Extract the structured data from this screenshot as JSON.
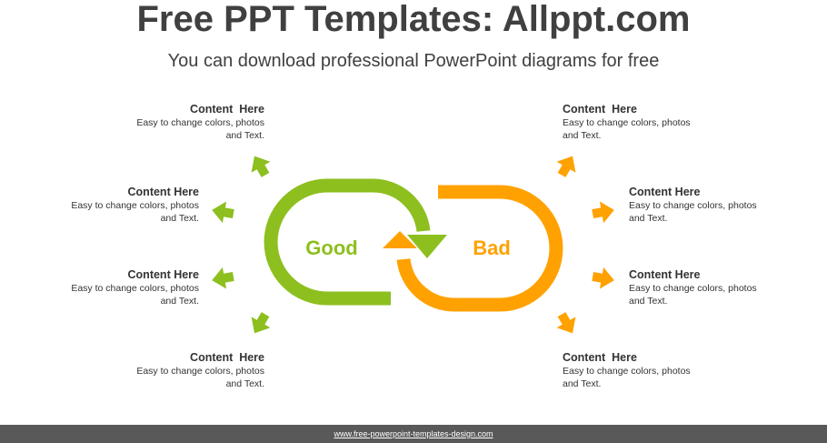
{
  "header": {
    "title": "Free PPT Templates: Allppt.com",
    "subtitle": "You can download professional PowerPoint diagrams for free"
  },
  "diagram": {
    "left_label": "Good",
    "right_label": "Bad",
    "left_color": "#8dbf1f",
    "right_color": "#ffa100"
  },
  "text_blocks": {
    "left": [
      {
        "title": "Content  Here",
        "body": "Easy to change colors, photos and Text."
      },
      {
        "title": "Content Here",
        "body": "Easy to change colors, photos and Text."
      },
      {
        "title": "Content Here",
        "body": "Easy to change colors, photos and Text."
      },
      {
        "title": "Content  Here",
        "body": "Easy to change colors, photos and Text."
      }
    ],
    "right": [
      {
        "title": "Content  Here",
        "body": "Easy to change colors, photos and Text."
      },
      {
        "title": "Content Here",
        "body": "Easy to change colors, photos and Text."
      },
      {
        "title": "Content Here",
        "body": "Easy to change colors, photos and Text."
      },
      {
        "title": "Content  Here",
        "body": "Easy to change colors, photos and Text."
      }
    ]
  },
  "footer": {
    "url": "www.free-powerpoint-templates-design.com"
  }
}
